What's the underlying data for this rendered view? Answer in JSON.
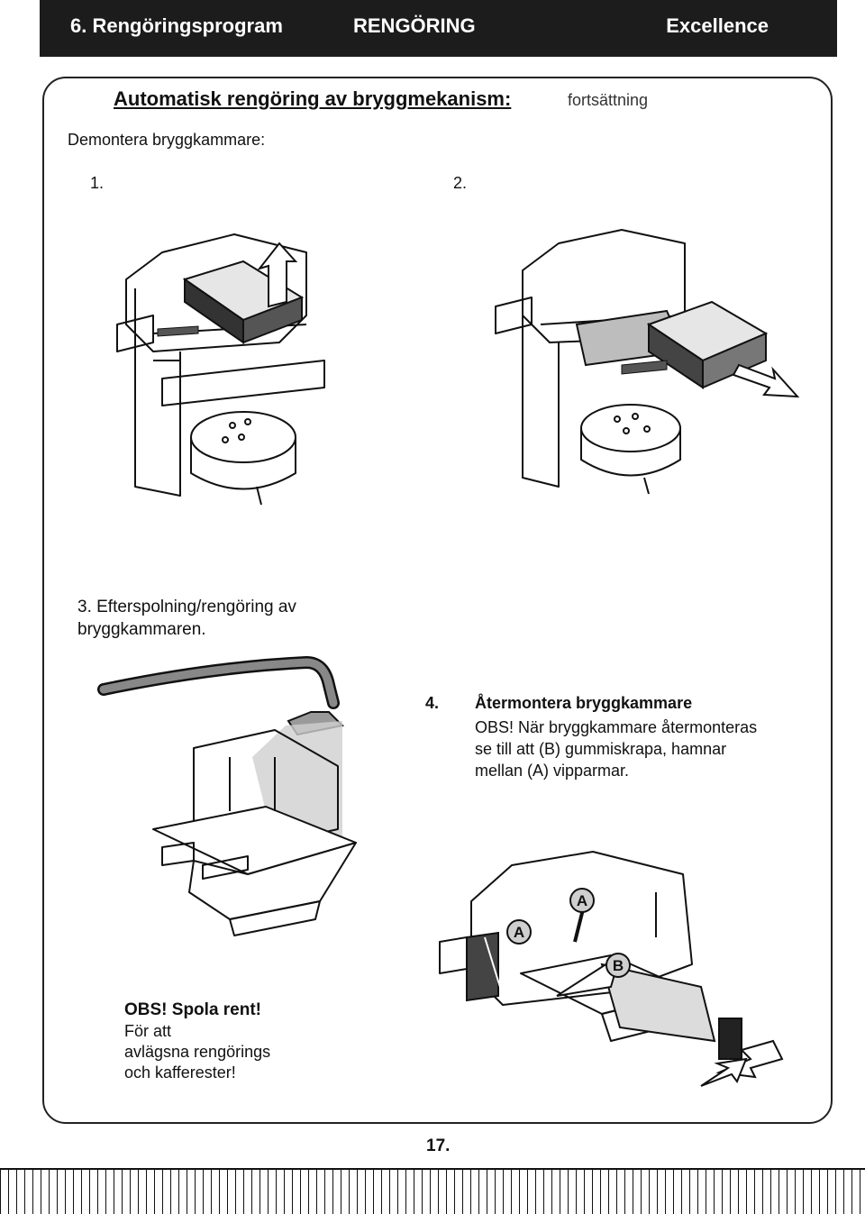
{
  "header": {
    "section": "6. Rengöringsprogram",
    "center": "RENGÖRING",
    "brand": "Excellence"
  },
  "main": {
    "title": "Automatisk rengöring av bryggmekanism:",
    "continuation": "fortsättning",
    "subtitle": "Demontera bryggkammare:",
    "step1_num": "1.",
    "step2_num": "2.",
    "step3_line1": "3. Efterspolning/rengöring av",
    "step3_line2": "bryggkammaren.",
    "step4_num": "4.",
    "step4_title": "Återmontera  bryggkammare",
    "step4_line1": "OBS! När bryggkammare återmonteras",
    "step4_line2": "se till att (B) gummiskrapa, hamnar",
    "step4_line3": "mellan (A) vipparmar.",
    "rinse_title": "OBS! Spola rent!",
    "rinse_line1": "För att",
    "rinse_line2": "avlägsna rengörings",
    "rinse_line3": "och kafferester!",
    "label_a": "A",
    "label_b": "B"
  },
  "footer": {
    "page_number": "17."
  }
}
